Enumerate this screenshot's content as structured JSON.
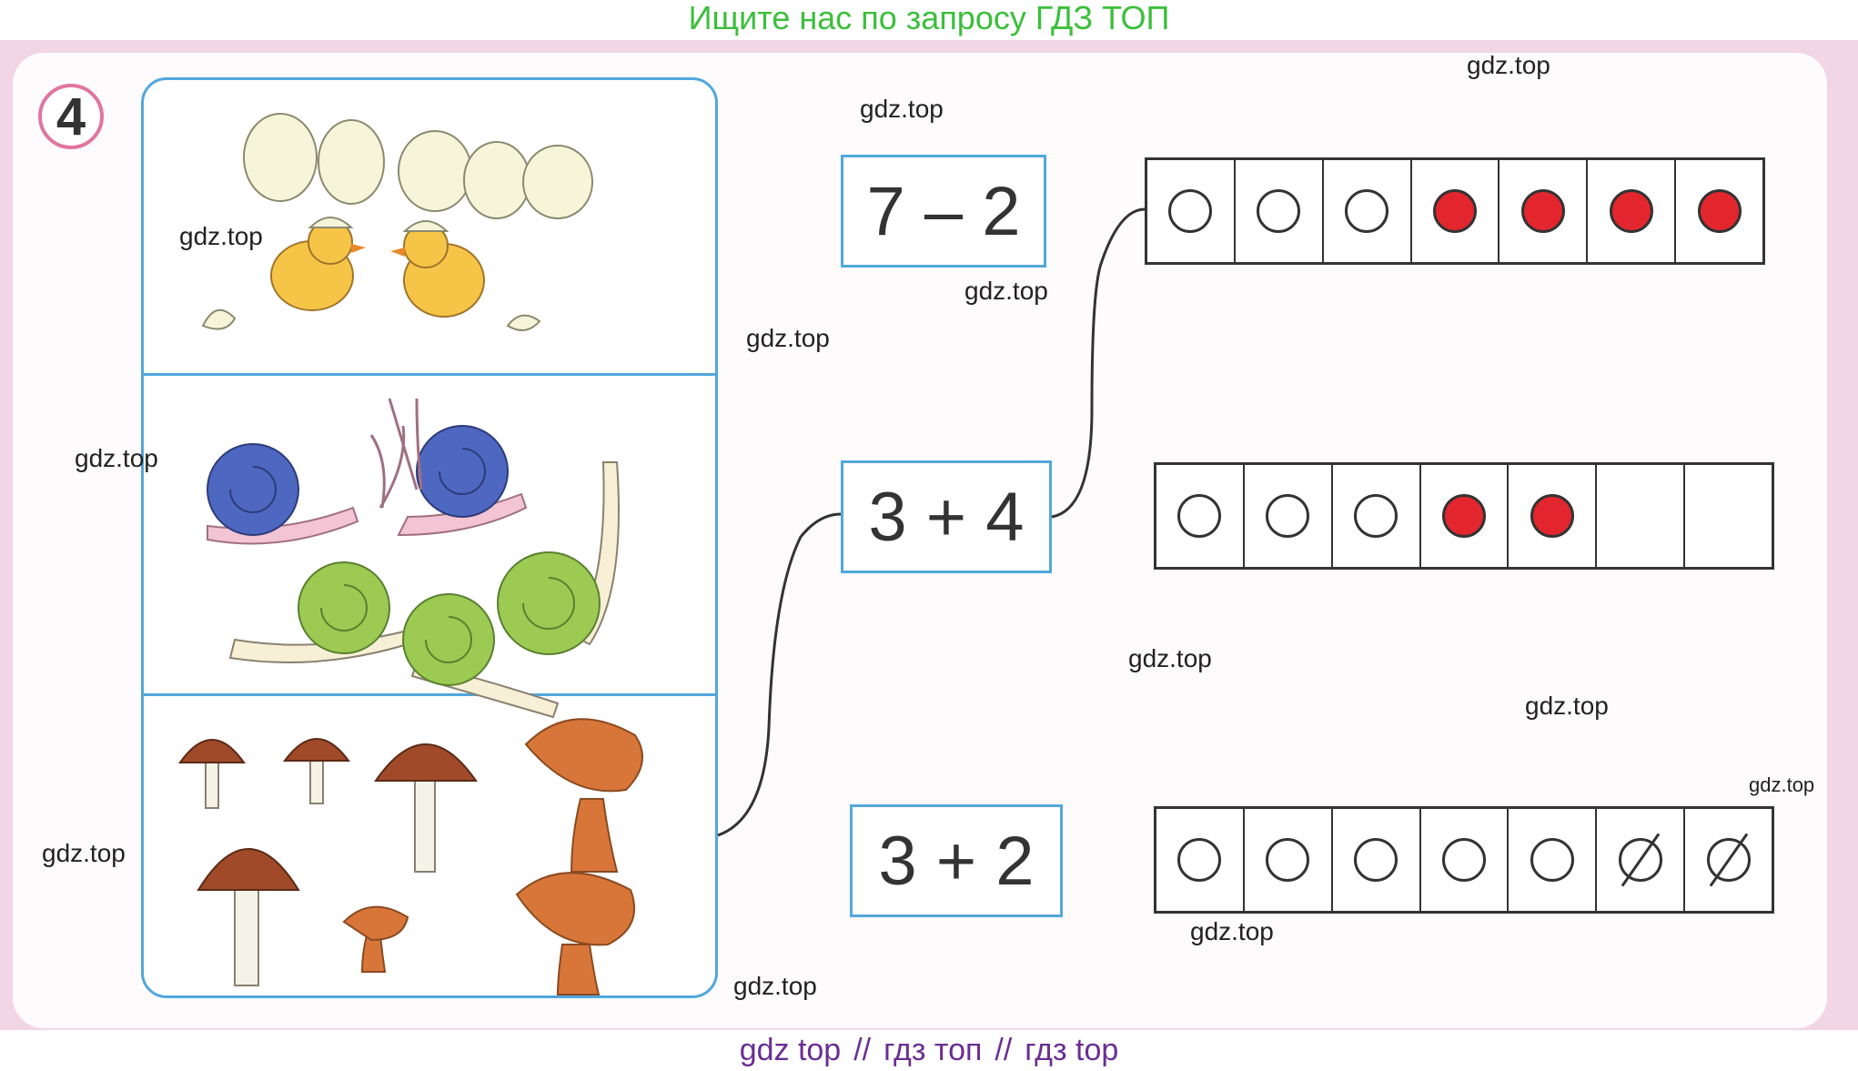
{
  "top_banner": "Ищите нас по запросу ГДЗ ТОП",
  "bottom_banner": {
    "part1": "gdz top",
    "sep": "//",
    "part2": "гдз топ",
    "part3": "гдз top"
  },
  "task_number": "4",
  "expressions": [
    "7 – 2",
    "3 + 4",
    "3 + 2"
  ],
  "strips": [
    [
      "empty",
      "empty",
      "empty",
      "filled",
      "filled",
      "filled",
      "filled"
    ],
    [
      "empty",
      "empty",
      "empty",
      "filled",
      "filled",
      "none",
      "none"
    ],
    [
      "empty",
      "empty",
      "empty",
      "empty",
      "empty",
      "crossed",
      "crossed"
    ]
  ],
  "pictures": [
    "eggs-and-chicks-icon",
    "snails-icon",
    "mushrooms-icon"
  ],
  "watermark": "gdz.top",
  "colors": {
    "panel_border": "#52a7dc",
    "filled_circle": "#e3262e",
    "badge_border": "#e0769f"
  }
}
